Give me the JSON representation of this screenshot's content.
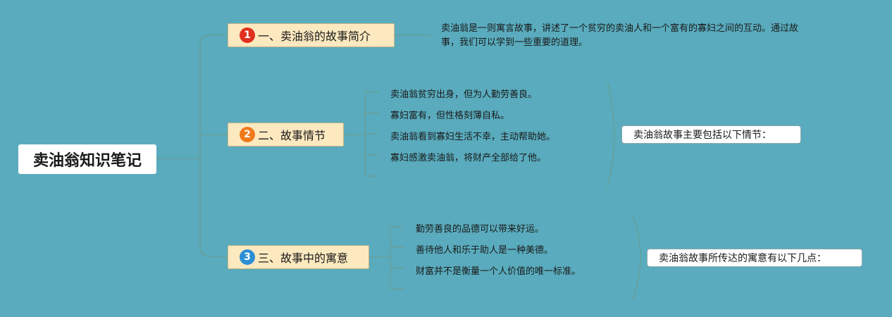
{
  "root": {
    "label": "卖油翁知识笔记"
  },
  "branches": [
    {
      "number": "1",
      "label": "一、卖油翁的故事简介",
      "description": "卖油翁是一则寓言故事，讲述了一个贫穷的卖油人和一个富有的寡妇之间的互动。通过故事，我们可以学到一些重要的道理。"
    },
    {
      "number": "2",
      "label": "二、故事情节",
      "items": [
        "卖油翁贫穷出身，但为人勤劳善良。",
        "寡妇富有，但性格刻薄自私。",
        "卖油翁看到寡妇生活不幸，主动帮助她。",
        "寡妇感激卖油翁，将财产全部给了他。"
      ],
      "summary": "卖油翁故事主要包括以下情节："
    },
    {
      "number": "3",
      "label": "三、故事中的寓意",
      "items": [
        "勤劳善良的品德可以带来好运。",
        "善待他人和乐于助人是一种美德。",
        "财富并不是衡量一个人价值的唯一标准。"
      ],
      "summary": "卖油翁故事所传达的寓意有以下几点："
    }
  ],
  "colors": {
    "background": "#59abbd",
    "branch_fill": "#fde9c0",
    "line": "#6f9a8a",
    "badge_1": "#e0301e",
    "badge_2": "#f07a1a",
    "badge_3": "#2c8fd6"
  }
}
